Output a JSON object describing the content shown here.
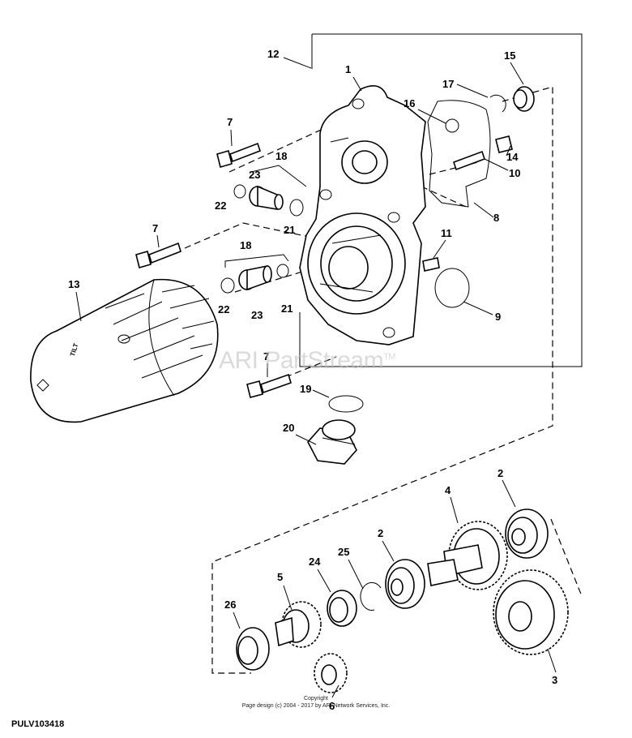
{
  "diagram": {
    "callouts": [
      "1",
      "2",
      "2",
      "3",
      "4",
      "5",
      "6",
      "7",
      "7",
      "7",
      "8",
      "9",
      "10",
      "11",
      "12",
      "13",
      "14",
      "15",
      "16",
      "17",
      "18",
      "18",
      "19",
      "20",
      "21",
      "21",
      "22",
      "22",
      "23",
      "23",
      "24",
      "25",
      "26"
    ],
    "filter_label": "TILT",
    "watermark": "ARI PartStream",
    "watermark_tm": "TM",
    "copyright_line1": "Copyright",
    "copyright_line2": "Page design (c) 2004 - 2017 by ARI Network Services, Inc.",
    "figure_id": "PULV103418"
  }
}
